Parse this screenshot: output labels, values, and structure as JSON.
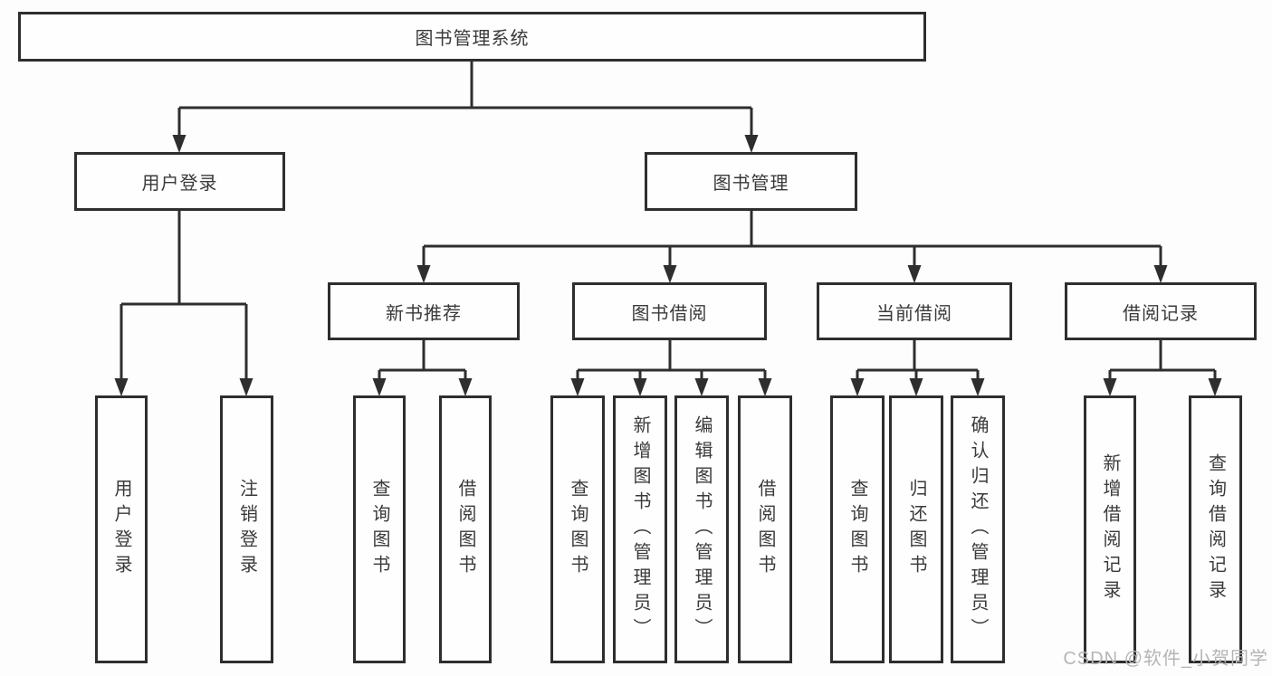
{
  "diagram_title": "图书管理系统",
  "tree": {
    "root": {
      "label": "图书管理系统"
    },
    "branches": [
      {
        "label": "用户登录",
        "children": [
          {
            "label": "用户登录"
          },
          {
            "label": "注销登录"
          }
        ]
      },
      {
        "label": "图书管理",
        "children": [
          {
            "label": "新书推荐",
            "children": [
              {
                "label": "查询图书"
              },
              {
                "label": "借阅图书"
              }
            ]
          },
          {
            "label": "图书借阅",
            "children": [
              {
                "label": "查询图书"
              },
              {
                "label": "新增图书（管理员）"
              },
              {
                "label": "编辑图书（管理员）"
              },
              {
                "label": "借阅图书"
              }
            ]
          },
          {
            "label": "当前借阅",
            "children": [
              {
                "label": "查询图书"
              },
              {
                "label": "归还图书"
              },
              {
                "label": "确认归还（管理员）"
              }
            ]
          },
          {
            "label": "借阅记录",
            "children": [
              {
                "label": "新增借阅记录"
              },
              {
                "label": "查询借阅记录"
              }
            ]
          }
        ]
      }
    ]
  },
  "watermark": {
    "text": "CSDN @软件_小贺同学"
  },
  "colors": {
    "line": "#2e2e2e",
    "box_border": "#2e2e2e",
    "box_background": "#fefefe",
    "text": "#3a3a3a",
    "watermark": "#b5b5b5",
    "page_background": "#fdfdfd"
  }
}
